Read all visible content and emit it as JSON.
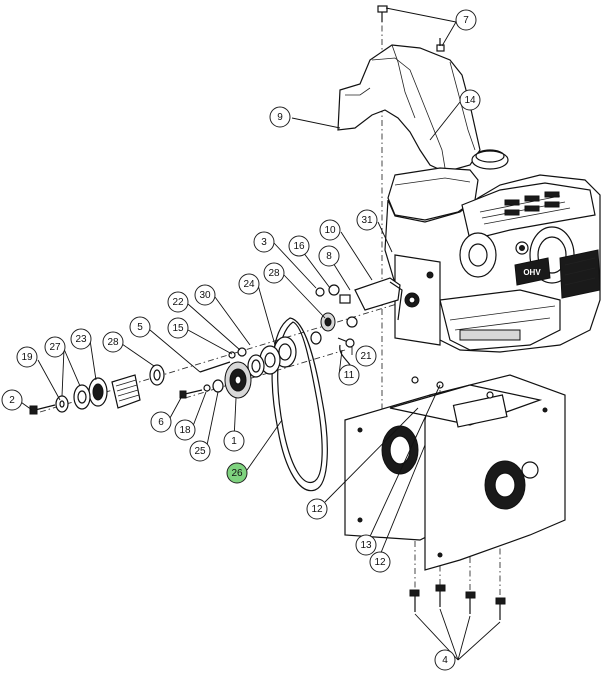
{
  "callouts": [
    {
      "id": "c7",
      "label": "7"
    },
    {
      "id": "c14",
      "label": "14"
    },
    {
      "id": "c9",
      "label": "9"
    },
    {
      "id": "c31",
      "label": "31"
    },
    {
      "id": "c10",
      "label": "10"
    },
    {
      "id": "c3",
      "label": "3"
    },
    {
      "id": "c16",
      "label": "16"
    },
    {
      "id": "c8",
      "label": "8"
    },
    {
      "id": "c28a",
      "label": "28"
    },
    {
      "id": "c30",
      "label": "30"
    },
    {
      "id": "c24",
      "label": "24"
    },
    {
      "id": "c22",
      "label": "22"
    },
    {
      "id": "c15",
      "label": "15"
    },
    {
      "id": "c5",
      "label": "5"
    },
    {
      "id": "c27",
      "label": "27"
    },
    {
      "id": "c23",
      "label": "23"
    },
    {
      "id": "c28b",
      "label": "28"
    },
    {
      "id": "c19",
      "label": "19"
    },
    {
      "id": "c2",
      "label": "2"
    },
    {
      "id": "c6",
      "label": "6"
    },
    {
      "id": "c18",
      "label": "18"
    },
    {
      "id": "c25",
      "label": "25"
    },
    {
      "id": "c1",
      "label": "1"
    },
    {
      "id": "c26",
      "label": "26",
      "highlight": true
    },
    {
      "id": "c21",
      "label": "21"
    },
    {
      "id": "c11",
      "label": "11"
    },
    {
      "id": "c12a",
      "label": "12"
    },
    {
      "id": "c13",
      "label": "13"
    },
    {
      "id": "c12b",
      "label": "12"
    },
    {
      "id": "c4",
      "label": "4"
    }
  ],
  "engine_brand": "OHV",
  "colors": {
    "highlight": "#7fd37f",
    "ink": "#111111"
  }
}
